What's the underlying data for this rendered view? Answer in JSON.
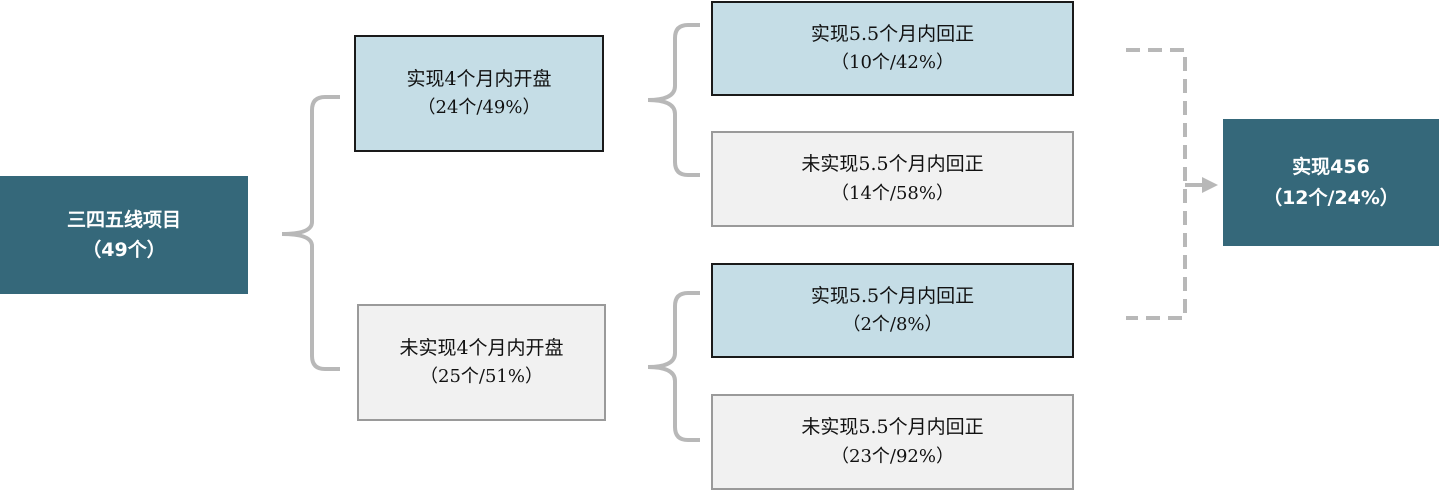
{
  "root": {
    "line1": "三四五线项目",
    "line2": "（49个）"
  },
  "level1": [
    {
      "line1": "实现4个月内开盘",
      "line2": "（24个/49%）"
    },
    {
      "line1": "未实现4个月内开盘",
      "line2": "（25个/51%）"
    }
  ],
  "level2": [
    {
      "line1": "实现5.5个月内回正",
      "line2": "（10个/42%）"
    },
    {
      "line1": "未实现5.5个月内回正",
      "line2": "（14个/58%）"
    },
    {
      "line1": "实现5.5个月内回正",
      "line2": "（2个/8%）"
    },
    {
      "line1": "未实现5.5个月内回正",
      "line2": "（23个/92%）"
    }
  ],
  "result": {
    "line1": "实现456",
    "line2": "（12个/24%）"
  },
  "colors": {
    "dark": "#35687a",
    "blue": "#c5dde6",
    "grey": "#f1f1f1",
    "connector": "#b8b8b8"
  }
}
